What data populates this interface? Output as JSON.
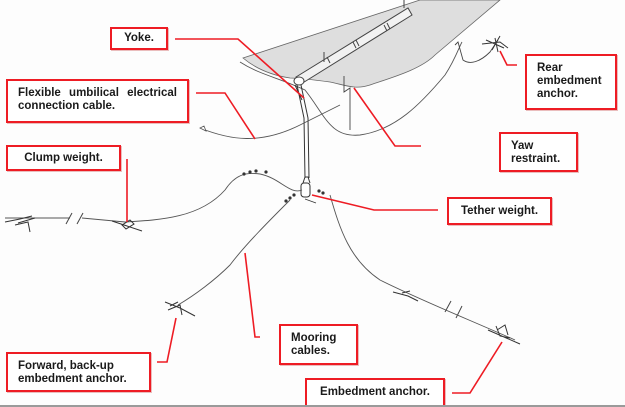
{
  "diagram": {
    "subject": "Tethered marine device mooring arrangement",
    "colors": {
      "callout": "#ee1c24",
      "line_art": "#444444",
      "platform_fill": "#dcdcdc",
      "label_text": "#1a1a1a"
    },
    "labels": {
      "yoke": "Yoke.",
      "umbilical": "Flexible umbilical electrical connection cable.",
      "clump_weight": "Clump weight.",
      "rear_anchor": "Rear embedment anchor.",
      "yaw_restraint": "Yaw restraint.",
      "tether_weight": "Tether weight.",
      "mooring_cables": "Mooring cables.",
      "forward_anchor": "Forward, back-up embedment anchor.",
      "embedment_anchor": "Embedment anchor."
    }
  }
}
